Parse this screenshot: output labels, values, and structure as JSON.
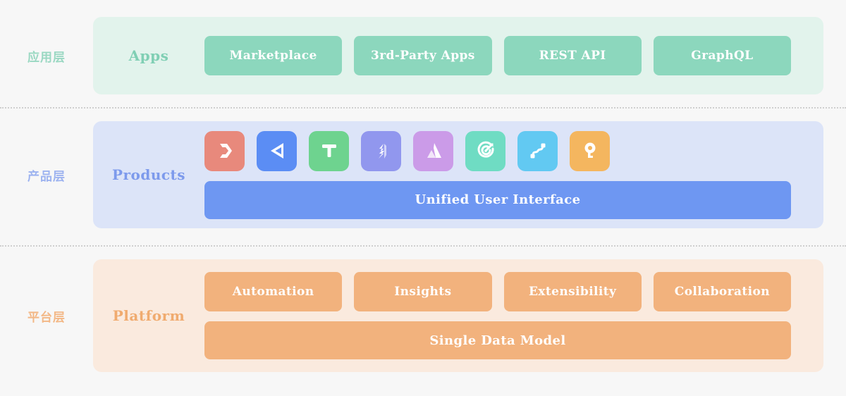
{
  "layers": [
    {
      "id": "apps",
      "cn_label": "应用层",
      "title": "Apps",
      "bg": "#e2f3ec",
      "chip_color": "#8cd7bd",
      "title_color": "#80cfb4",
      "chips": [
        "Marketplace",
        "3rd-Party Apps",
        "REST API",
        "GraphQL"
      ]
    },
    {
      "id": "products",
      "cn_label": "产品层",
      "title": "Products",
      "bg": "#dce4f8",
      "title_color": "#7d9aec",
      "bar_label": "Unified User Interface",
      "bar_color": "#6e97f2",
      "icons": [
        {
          "name": "jira-software-icon",
          "color": "#e8897c"
        },
        {
          "name": "jira-service-management-icon",
          "color": "#5b8df4"
        },
        {
          "name": "trello-icon",
          "color": "#6ed38f"
        },
        {
          "name": "confluence-icon",
          "color": "#9197ee"
        },
        {
          "name": "atlassian-icon",
          "color": "#cb9be8"
        },
        {
          "name": "focus-target-icon",
          "color": "#6fdcc3"
        },
        {
          "name": "workflow-node-icon",
          "color": "#62c9f2"
        },
        {
          "name": "opsgenie-icon",
          "color": "#f4b65f"
        }
      ]
    },
    {
      "id": "platform",
      "cn_label": "平台层",
      "title": "Platform",
      "bg": "#faeade",
      "chip_color": "#f2b27d",
      "title_color": "#f0ab6f",
      "chips": [
        "Automation",
        "Insights",
        "Extensibility",
        "Collaboration"
      ],
      "bar_label": "Single Data Model",
      "bar_color": "#f2b27d"
    }
  ],
  "background_color": "#f7f7f7",
  "divider_color": "#cfcfcf"
}
